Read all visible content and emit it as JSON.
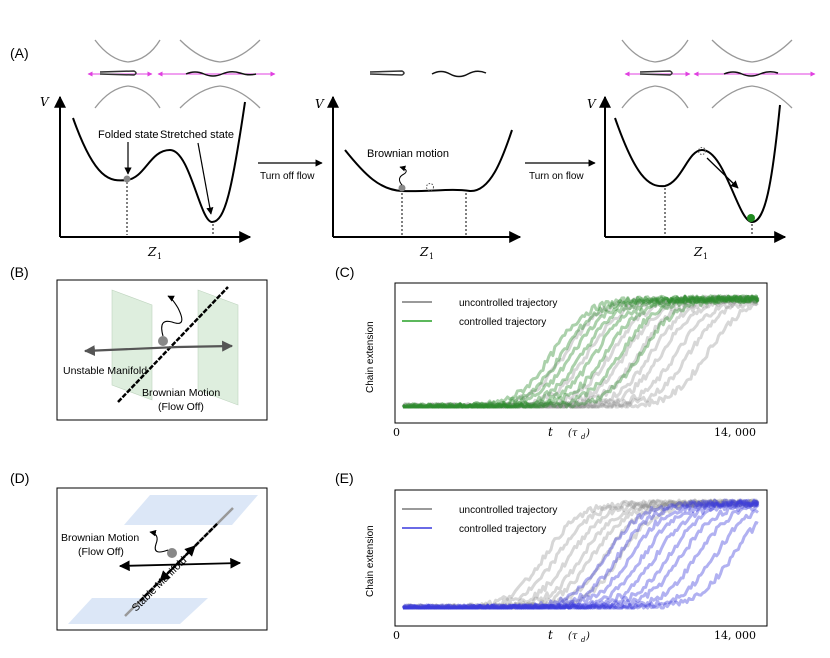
{
  "panels": {
    "A": {
      "label": "(A)",
      "v_label": "V",
      "z_label": "Z",
      "z_sub": "1",
      "folded_state": "Folded state",
      "stretched_state": "Stretched state",
      "brownian_motion": "Brownian motion",
      "turn_off_flow": "Turn off flow",
      "turn_on_flow": "Turn on flow"
    },
    "B": {
      "label": "(B)",
      "unstable_manifold": "Unstable Manifold",
      "brownian_line1": "Brownian Motion",
      "brownian_line2": "(Flow Off)"
    },
    "C": {
      "label": "(C)",
      "ylabel": "Chain extension",
      "xlabel_t": "t",
      "xlabel_unit": "(τ",
      "xlabel_unit_sub": "d",
      "xlabel_unit_close": ")",
      "x_tick_start": "0",
      "x_tick_end": "14, 000",
      "legend_uncontrolled": "uncontrolled trajectory",
      "legend_controlled": "controlled trajectory",
      "controlled_color": "#2e8b2e",
      "uncontrolled_color": "#8c8c8c"
    },
    "D": {
      "label": "(D)",
      "stable_manifold": "Stable Manifold",
      "brownian_line1": "Brownian Motion",
      "brownian_line2": "(Flow Off)"
    },
    "E": {
      "label": "(E)",
      "ylabel": "Chain extension",
      "xlabel_t": "t",
      "xlabel_unit": "(τ",
      "xlabel_unit_sub": "d",
      "xlabel_unit_close": ")",
      "x_tick_start": "0",
      "x_tick_end": "14, 000",
      "legend_uncontrolled": "uncontrolled trajectory",
      "legend_controlled": "controlled trajectory",
      "controlled_color": "#3b3bdc",
      "uncontrolled_color": "#8c8c8c"
    }
  },
  "trajectories": {
    "C": {
      "uncontrolled_switch_times": [
        6400,
        7300,
        8200,
        8800,
        9300,
        9800,
        10200,
        10800,
        11300,
        12000
      ],
      "controlled_switch_times": [
        5900,
        6300,
        6700,
        7100,
        7600,
        8000,
        8600,
        9400
      ],
      "x_max": 14000
    },
    "E": {
      "uncontrolled_switch_times": [
        5600,
        6100,
        6600,
        7100,
        7500,
        8000,
        8600
      ],
      "controlled_switch_times": [
        8000,
        8500,
        9000,
        9500,
        10000,
        10500,
        11000,
        11600,
        12300,
        13000
      ],
      "x_max": 14000
    }
  }
}
